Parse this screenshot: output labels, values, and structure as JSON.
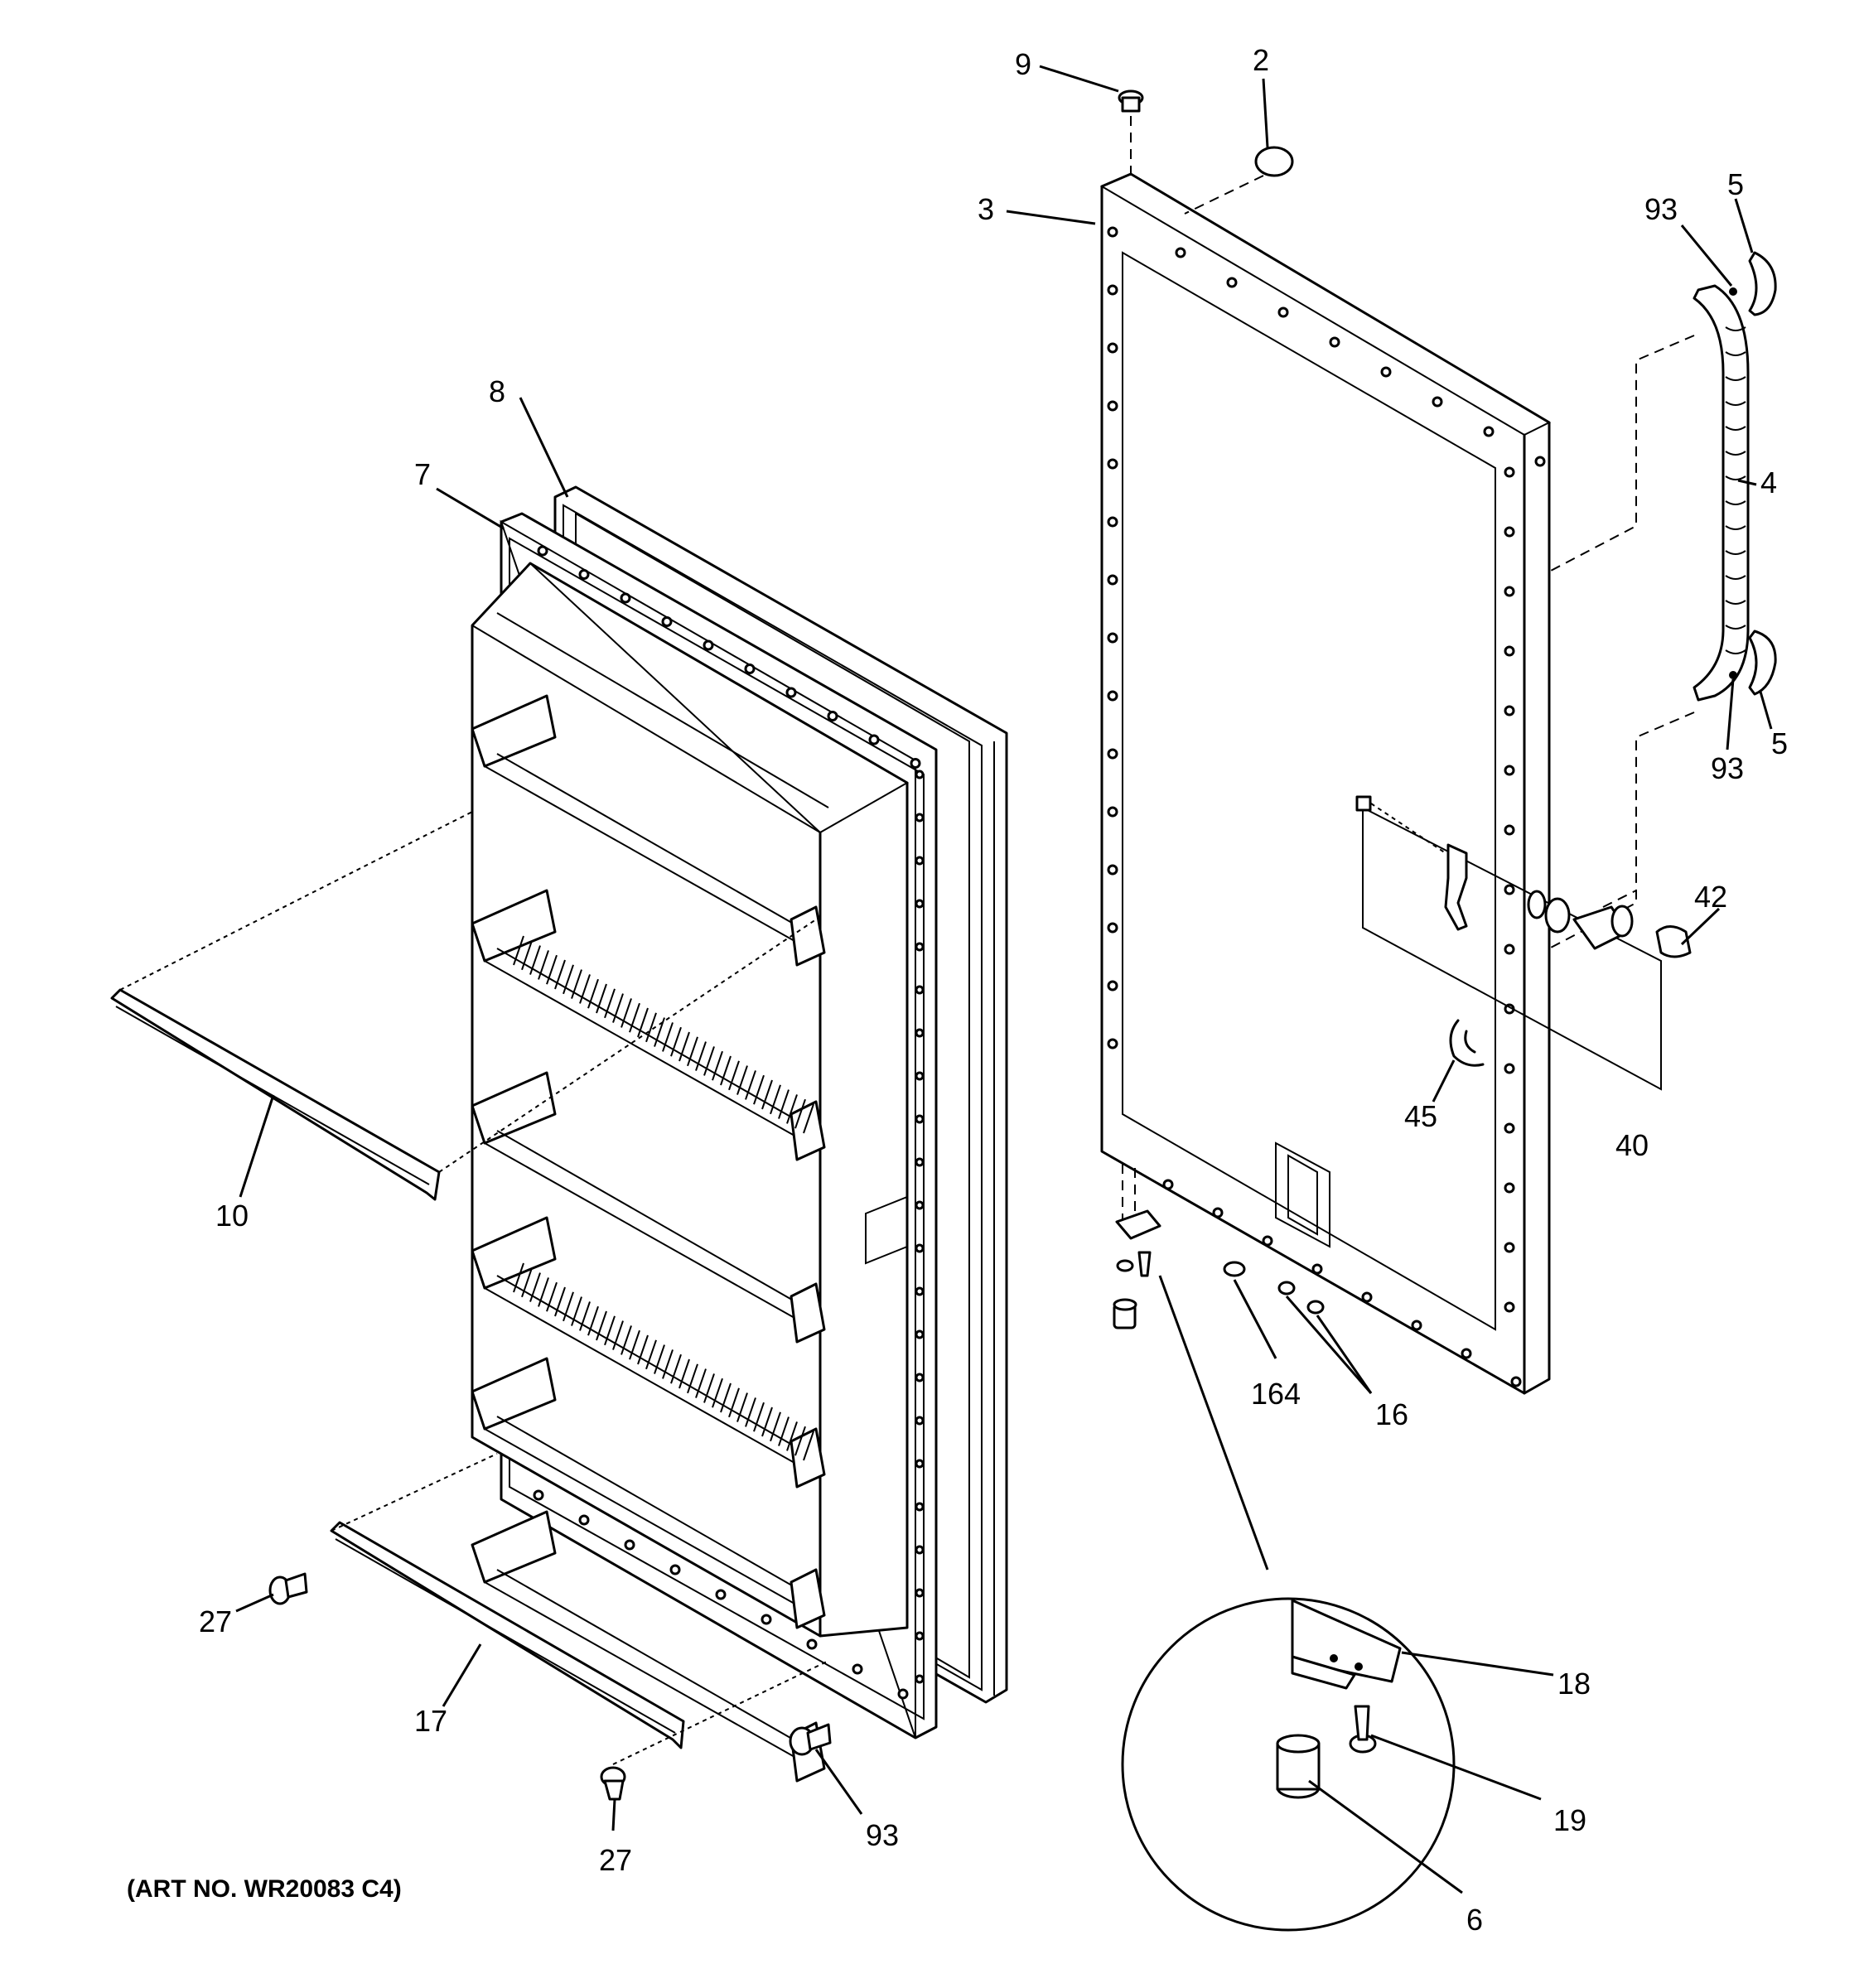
{
  "art_number": "(ART NO. WR20083 C4)",
  "callouts": {
    "c9": "9",
    "c2": "2",
    "c3": "3",
    "c93a": "93",
    "c5a": "5",
    "c4": "4",
    "c8": "8",
    "c7": "7",
    "c5b": "5",
    "c93b": "93",
    "c42": "42",
    "c45": "45",
    "c40": "40",
    "c10": "10",
    "c164": "164",
    "c16": "16",
    "c18": "18",
    "c27a": "27",
    "c17": "17",
    "c19": "19",
    "c93c": "93",
    "c27b": "27",
    "c6": "6"
  }
}
